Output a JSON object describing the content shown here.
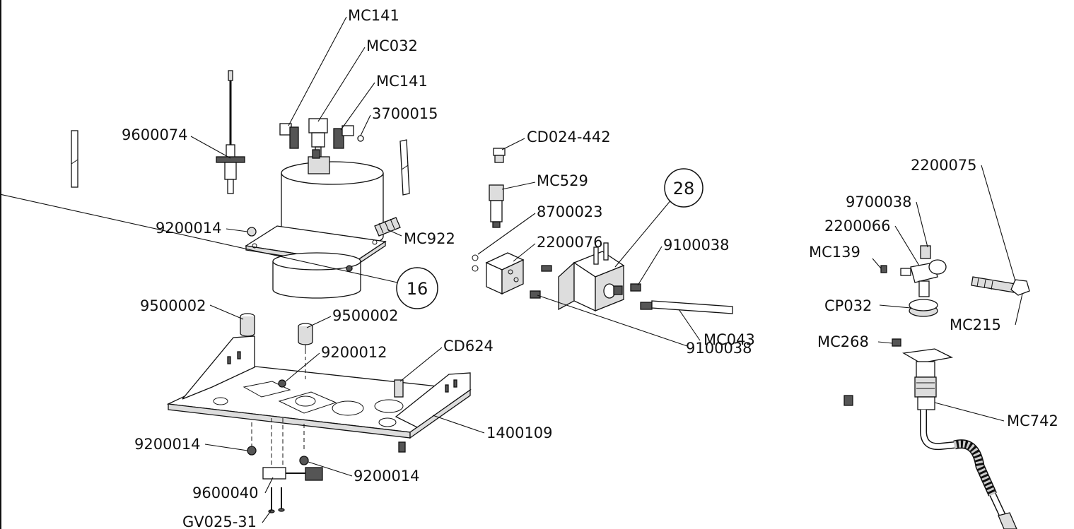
{
  "labels": {
    "mc141_top": "MC141",
    "mc032": "MC032",
    "mc141_mid": "MC141",
    "p3700015": "3700015",
    "p9600074": "9600074",
    "cd024_442": "CD024-442",
    "mc529": "MC529",
    "p8700023": "8700023",
    "p2200076": "2200076",
    "p9200014_a": "9200014",
    "mc922": "MC922",
    "p9100038_a": "9100038",
    "p9100038_b": "9100038",
    "mc043": "MC043",
    "p9500002_a": "9500002",
    "p9500002_b": "9500002",
    "p9200012": "9200012",
    "cd624": "CD624",
    "p1400109": "1400109",
    "p9200014_b": "9200014",
    "p9200014_c": "9200014",
    "p9600040": "9600040",
    "gv025_31": "GV025-31",
    "p2200075": "2200075",
    "p9700038": "9700038",
    "p2200066": "2200066",
    "mc139": "MC139",
    "cp032": "CP032",
    "mc215": "MC215",
    "mc268": "MC268",
    "mc742": "MC742"
  },
  "callouts": {
    "c16": "16",
    "c28": "28"
  }
}
